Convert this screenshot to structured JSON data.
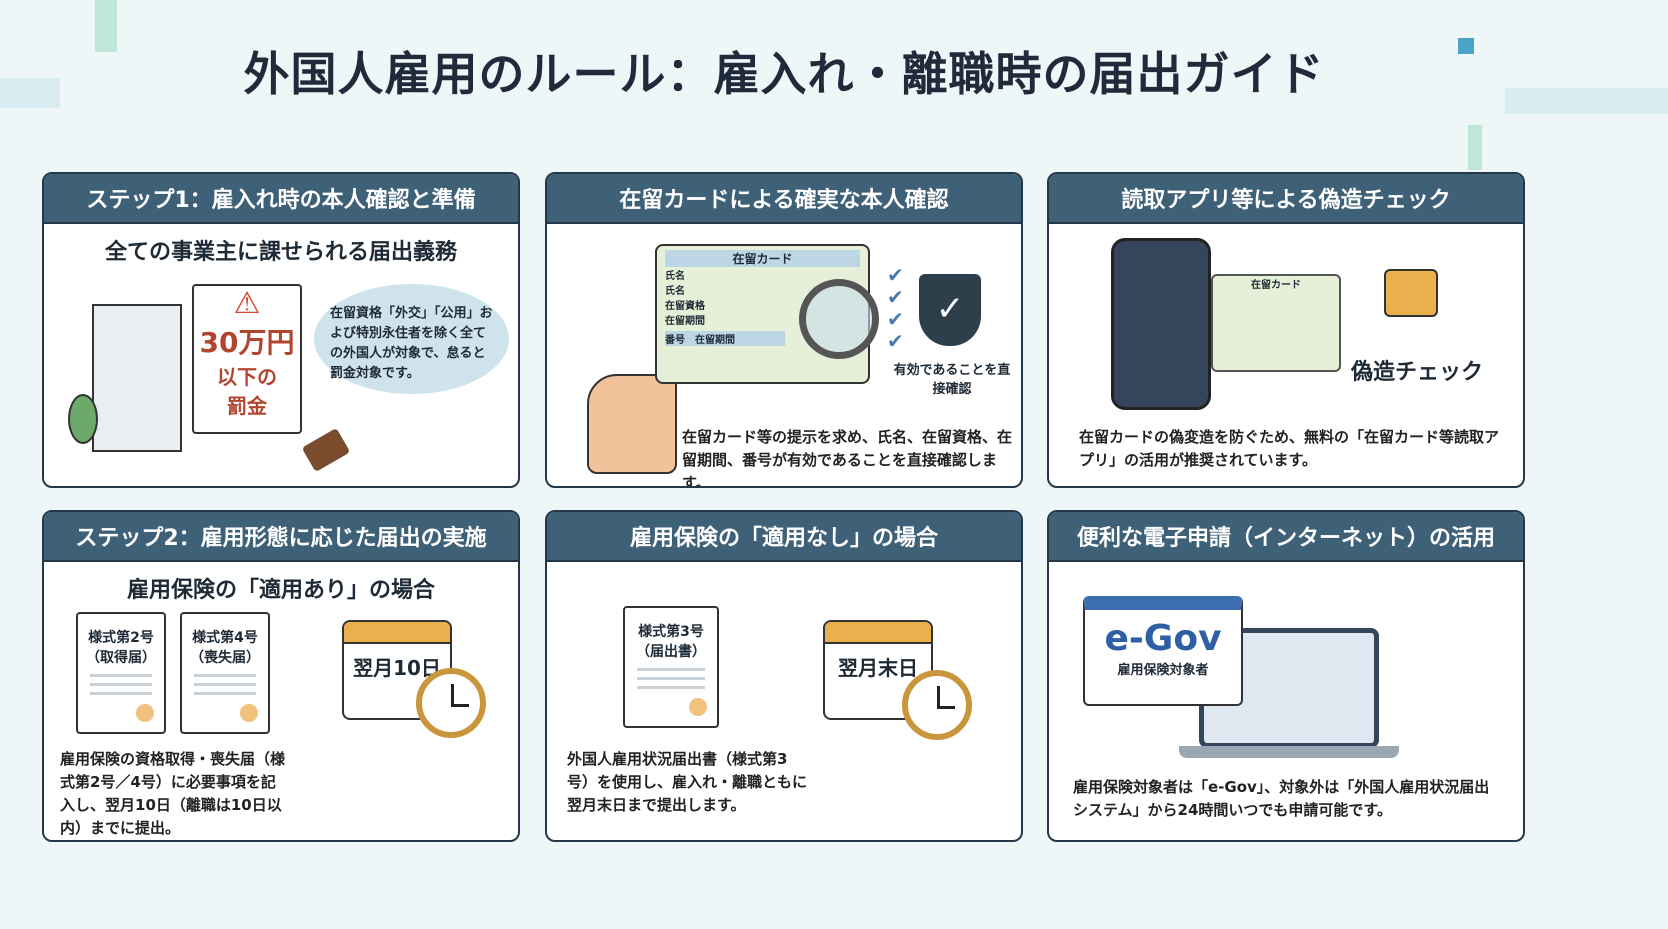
{
  "title": "外国人雇用のルール：雇入れ・離職時の届出ガイド",
  "panels": [
    {
      "header": "ステップ1：雇入れ時の本人確認と準備",
      "subtitle": "全ての事業主に課せられる届出義務",
      "fine_amount": "30万円",
      "fine_line1": "以下の",
      "fine_line2": "罰金",
      "bubble": "在留資格「外交」「公用」および特別永住者を除く全ての外国人が対象で、怠ると罰金対象です。"
    },
    {
      "header": "在留カードによる確実な本人確認",
      "card_title": "在留カード",
      "card_fields": [
        "氏名",
        "氏名",
        "在留資格",
        "在留期間"
      ],
      "card_row": [
        "番号",
        "在留期間"
      ],
      "check_label": "有効であることを直接確認",
      "text": "在留カード等の提示を求め、氏名、在留資格、在留期間、番号が有効であることを直接確認します。"
    },
    {
      "header": "読取アプリ等による偽造チェック",
      "card_title": "在留カード",
      "label": "偽造チェック",
      "text": "在留カードの偽変造を防ぐため、無料の「在留カード等読取アプリ」の活用が推奨されています。"
    },
    {
      "header": "ステップ2：雇用形態に応じた届出の実施",
      "subtitle": "雇用保険の「適用あり」の場合",
      "docs": [
        {
          "l1": "様式第2号",
          "l2": "（取得届）"
        },
        {
          "l1": "様式第4号",
          "l2": "（喪失届）"
        }
      ],
      "deadline": "翌月10日",
      "text": "雇用保険の資格取得・喪失届（様式第2号／4号）に必要事項を記入し、翌月10日（離職は10日以内）までに提出。"
    },
    {
      "header": "雇用保険の「適用なし」の場合",
      "doc": {
        "l1": "様式第3号",
        "l2": "（届出書）"
      },
      "deadline": "翌月末日",
      "text": "外国人雇用状況届出書（様式第3号）を使用し、雇入れ・離職ともに翌月末日まで提出します。"
    },
    {
      "header": "便利な電子申請（インターネット）の活用",
      "logo": "e-Gov",
      "logo_sub": "雇用保険対象者",
      "text": "雇用保険対象者は「e-Gov」、対象外は「外国人雇用状況届出システム」から24時間いつでも申請可能です。"
    }
  ]
}
